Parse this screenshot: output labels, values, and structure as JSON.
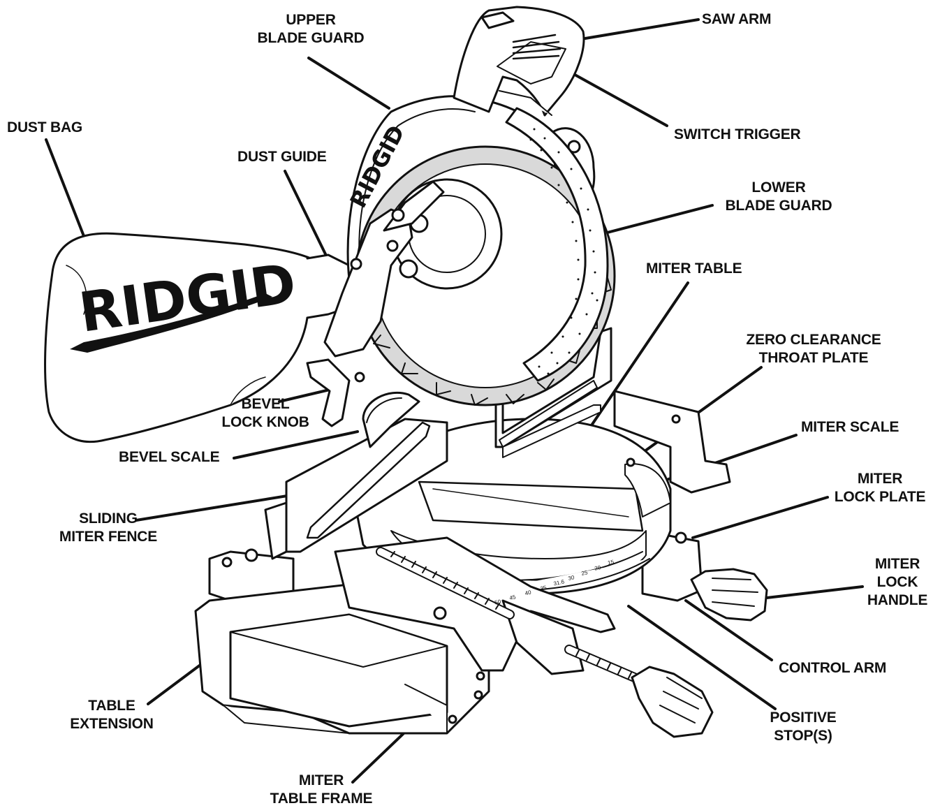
{
  "colors": {
    "ink": "#111111",
    "paper": "#ffffff",
    "blade_shade": "#d9d9d9"
  },
  "brand": {
    "bag_logo": "RIDGID",
    "guard_logo": "RIDGID"
  },
  "labels": {
    "upper_blade_guard": [
      "UPPER",
      "BLADE GUARD"
    ],
    "saw_arm": [
      "SAW ARM"
    ],
    "dust_bag": [
      "DUST BAG"
    ],
    "switch_trigger": [
      "SWITCH TRIGGER"
    ],
    "dust_guide": [
      "DUST GUIDE"
    ],
    "lower_blade_guard": [
      "LOWER",
      "BLADE GUARD"
    ],
    "miter_table": [
      "MITER TABLE"
    ],
    "zero_clearance": [
      "ZERO CLEARANCE",
      "THROAT PLATE"
    ],
    "bevel_lock_knob": [
      "BEVEL",
      "LOCK KNOB"
    ],
    "miter_scale": [
      "MITER SCALE"
    ],
    "bevel_scale": [
      "BEVEL SCALE"
    ],
    "miter_lock_plate": [
      "MITER",
      "LOCK PLATE"
    ],
    "sliding_miter_fence": [
      "SLIDING",
      "MITER FENCE"
    ],
    "miter_lock_handle": [
      "MITER",
      "LOCK",
      "HANDLE"
    ],
    "control_arm": [
      "CONTROL ARM"
    ],
    "table_extension": [
      "TABLE",
      "EXTENSION"
    ],
    "positive_stops": [
      "POSITIVE",
      "STOP(S)"
    ],
    "miter_table_frame": [
      "MITER",
      "TABLE FRAME"
    ]
  },
  "scale_numbers": [
    "50",
    "45",
    "40",
    "35",
    "31.6",
    "30",
    "25",
    "20",
    "15"
  ]
}
